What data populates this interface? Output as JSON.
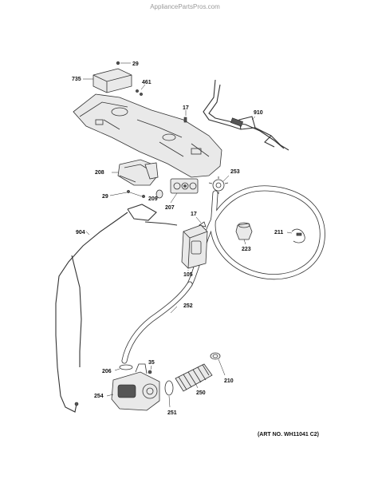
{
  "watermark": "AppliancePartsPros.com",
  "art_number": "(ART NO. WH11041 C2)",
  "callouts": {
    "c29_top": "29",
    "c735": "735",
    "c461": "461",
    "c17_top": "17",
    "c910": "910",
    "c208": "208",
    "c253": "253",
    "c29_mid": "29",
    "c209": "209",
    "c207": "207",
    "c17_mid": "17",
    "c904": "904",
    "c211": "211",
    "c223": "223",
    "c105": "105",
    "c252": "252",
    "c35": "35",
    "c206": "206",
    "c210": "210",
    "c250": "250",
    "c254": "254",
    "c251": "251"
  }
}
